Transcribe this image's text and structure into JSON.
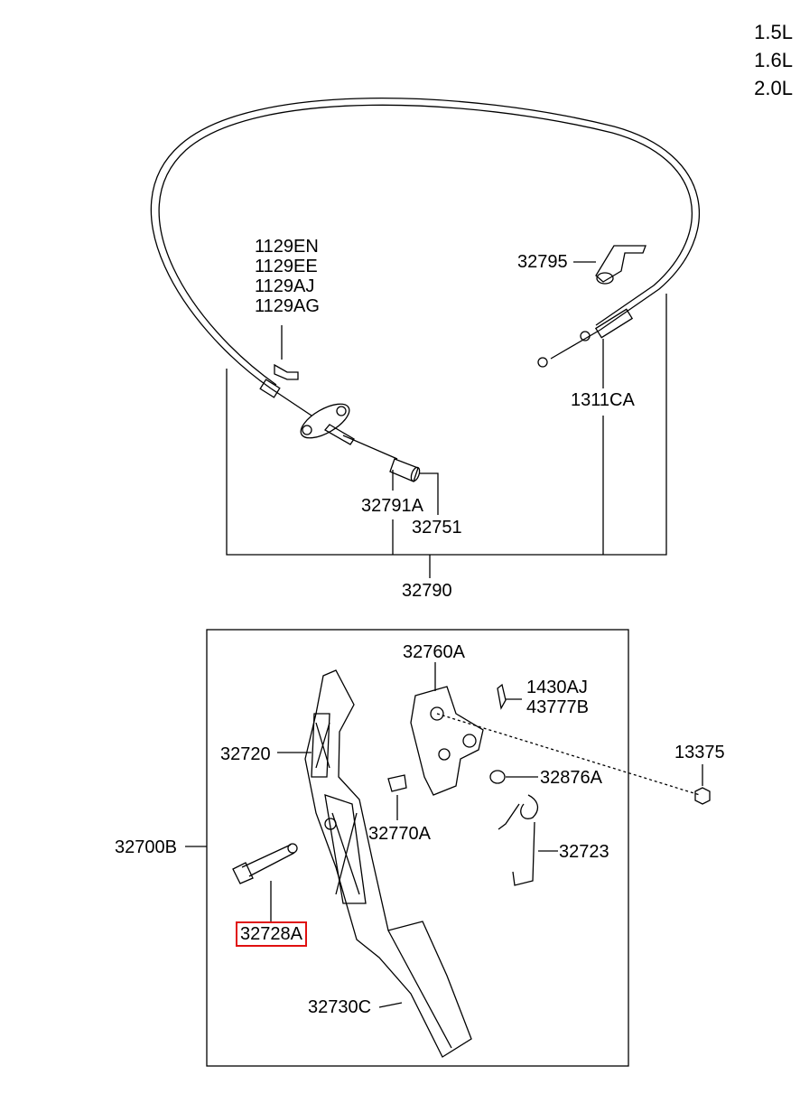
{
  "engines": [
    "1.5L",
    "1.6L",
    "2.0L"
  ],
  "labels": {
    "bolts": [
      "1129EN",
      "1129EE",
      "1129AJ",
      "1129AG"
    ],
    "p32795": "32795",
    "p1311CA": "1311CA",
    "p32791A": "32791A",
    "p32751": "32751",
    "p32790": "32790",
    "p32760A": "32760A",
    "pins": [
      "1430AJ",
      "43777B"
    ],
    "p13375": "13375",
    "p32720": "32720",
    "p32876A": "32876A",
    "p32770A": "32770A",
    "p32723": "32723",
    "p32700B": "32700B",
    "p32728A": "32728A",
    "p32730C": "32730C"
  }
}
